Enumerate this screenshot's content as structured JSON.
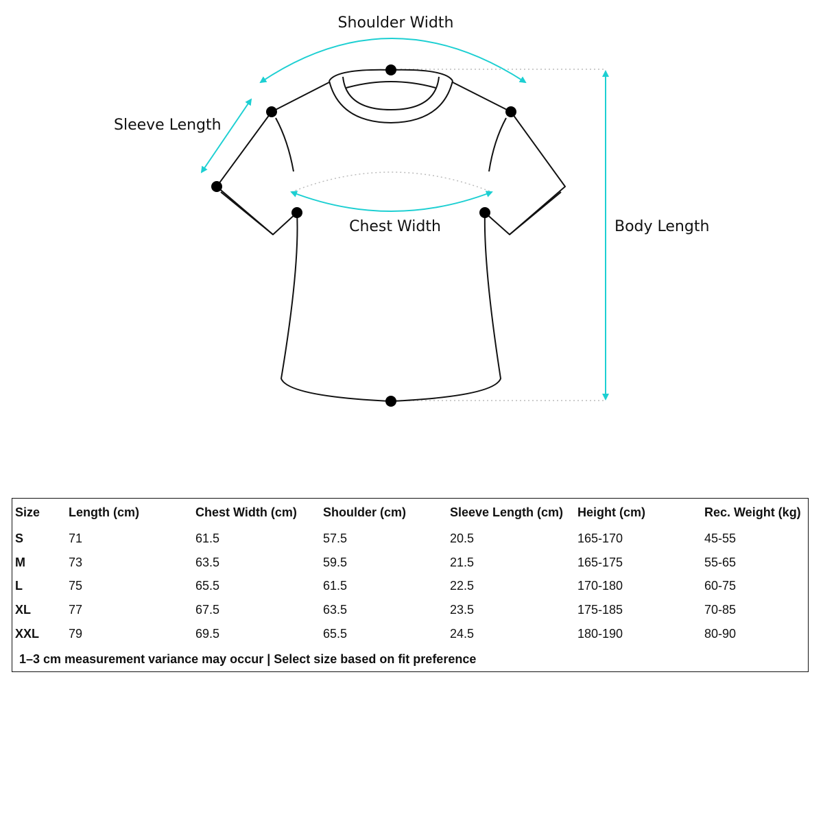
{
  "diagram": {
    "labels": {
      "shoulder_width": "Shoulder Width",
      "sleeve_length": "Sleeve Length",
      "chest_width": "Chest Width",
      "body_length": "Body Length"
    },
    "accent_color": "#1ccfd2"
  },
  "table": {
    "headers": [
      "Size",
      "Length (cm)",
      "Chest Width (cm)",
      "Shoulder (cm)",
      "Sleeve Length (cm)",
      "Height (cm)",
      "Rec. Weight (kg)"
    ],
    "rows": [
      [
        "S",
        "71",
        "61.5",
        "57.5",
        "20.5",
        "165-170",
        "45-55"
      ],
      [
        "M",
        "73",
        "63.5",
        "59.5",
        "21.5",
        "165-175",
        "55-65"
      ],
      [
        "L",
        "75",
        "65.5",
        "61.5",
        "22.5",
        "170-180",
        "60-75"
      ],
      [
        "XL",
        "77",
        "67.5",
        "63.5",
        "23.5",
        "175-185",
        "70-85"
      ],
      [
        "XXL",
        "79",
        "69.5",
        "65.5",
        "24.5",
        "180-190",
        "80-90"
      ]
    ],
    "note": "1–3 cm measurement variance may occur | Select size based on fit preference"
  }
}
